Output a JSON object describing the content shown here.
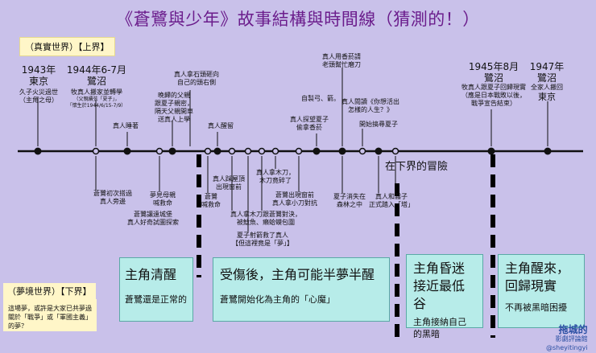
{
  "title": "《蒼鷺與少年》故事結構與時間線（猜測的！）",
  "real_world_label": "（真實世界）【上界】",
  "dream_world_label": "（夢境世界）【下界】",
  "dream_world_note": [
    "這場夢，或許是大家已共夢過",
    "關於「戰爭」或「軍國主義」的夢？"
  ],
  "adventure_label": "在下界的冒險",
  "years": [
    {
      "label": "1943年",
      "sub": "東京",
      "note": [
        "久子火災過世",
        "（主角之母）"
      ]
    },
    {
      "label": "1944年6-7月",
      "sub": "鷺沼",
      "note": [
        "牧真人搬家並轉學"
      ],
      "small": [
        "（父親續弦「夏子」，",
        "「懷生於1944/6/15-7/9）"
      ]
    },
    {
      "label": "1945年8月",
      "sub": "鷺沼",
      "note": [
        "牧真人跟夏子回歸現實",
        "（應是日本戰敗以後，",
        "戰爭宣告結束）"
      ]
    },
    {
      "label": "1947年",
      "sub": "鷺沼",
      "note": [
        "全家人搬回",
        "東京"
      ]
    }
  ],
  "events_above": [
    {
      "lines": [
        "真人睡著"
      ]
    },
    {
      "lines": [
        "晚歸的父親",
        "跟夏子親密，",
        "隔天父親開車",
        "送真人上學"
      ]
    },
    {
      "lines": [
        "真人拿石頭砸向",
        "自己的頭右側"
      ]
    },
    {
      "lines": [
        "真人醒留"
      ]
    },
    {
      "lines": [
        "真人探望夏子",
        "偷拿香菸"
      ]
    },
    {
      "lines": [
        "自製弓、箭。"
      ]
    },
    {
      "lines": [
        "真人用香菸請",
        "老頭幫忙磨刀"
      ]
    },
    {
      "lines": [
        "真人閱讀《你想活出",
        "怎樣的人生？》"
      ]
    },
    {
      "lines": [
        "開始搞尋夏子"
      ]
    }
  ],
  "events_below": [
    {
      "lines": [
        "蒼鷺初次搭過",
        "真人旁邊"
      ]
    },
    {
      "lines": [
        "夢見母親",
        "喊救命"
      ]
    },
    {
      "lines": [
        "蒼鷺讓遠城堡",
        "真人好奇試圖探索"
      ]
    },
    {
      "lines": [
        "蒼鷺",
        "喊救命"
      ]
    },
    {
      "lines": [
        "真人踩屋頂",
        "出現窗前"
      ]
    },
    {
      "lines": [
        "真人拿木刀，",
        "木刀竟碎了"
      ]
    },
    {
      "lines": [
        "真人拿木刀跟蒼鷺對決，",
        "被鯰魚、癩蛤蟆包圍"
      ]
    },
    {
      "lines": [
        "蒼鷺出現窗前",
        "真人拿小刀對抗"
      ]
    },
    {
      "lines": [
        "夏子射箭救了真人",
        "【但這裡竟是「夢」】"
      ]
    },
    {
      "lines": [
        "夏子消失在",
        "森林之中"
      ]
    },
    {
      "lines": [
        "真人和霧子",
        "正式踏入「塔」"
      ]
    }
  ],
  "panels": [
    {
      "heading": "主角清醒",
      "body": "蒼鷺還是正常的"
    },
    {
      "heading": "受傷後，主角可能半夢半醒",
      "body": "蒼鷺開始化為主角的「心魔」"
    },
    {
      "heading": "主角昏迷接近最低谷",
      "heading_lines": [
        "主角昏迷",
        "接近最低谷"
      ],
      "body_lines": [
        "主角接納自己",
        "的黑暗"
      ]
    },
    {
      "heading_lines": [
        "主角醒來，",
        "回歸現實"
      ],
      "body": "不再被黑暗困擾"
    }
  ],
  "logo": [
    "拖城的",
    "影劇評論館",
    "@sheyitingyi"
  ],
  "colors": {
    "title": "#6b1d8c",
    "panel": "#b7ece9",
    "note": "#fff6c8",
    "line": "#111111"
  }
}
